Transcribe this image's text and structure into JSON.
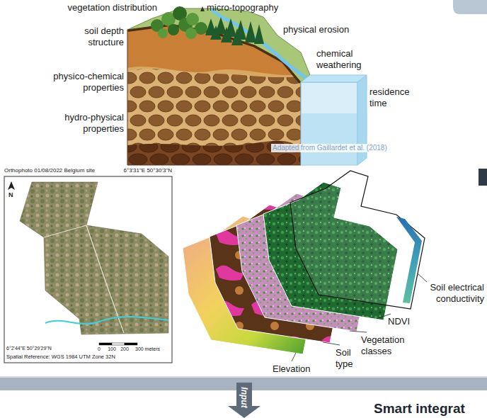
{
  "diagram": {
    "labels": [
      "vegetation distribution",
      "micro-topography",
      "soil depth structure",
      "physical erosion",
      "chemical weathering",
      "physico-chemical properties",
      "residence time",
      "hydro-physical properties",
      "Adapted from Gaillardet et al. (2018)",
      "Orthophoto 01/08/2022 Belgium site",
      "6°3'31\"E 50°30'3\"N",
      "N",
      "6°2'44\"E 50°29'29\"N",
      "0",
      "100",
      "200",
      "300 meters",
      "Spatial Reference: WGS 1984 UTM Zone 32N",
      "Soil electrical conductivity",
      "NDVI",
      "Vegetation classes",
      "Soil type",
      "Elevation",
      "Input",
      "Smart integrat"
    ]
  }
}
